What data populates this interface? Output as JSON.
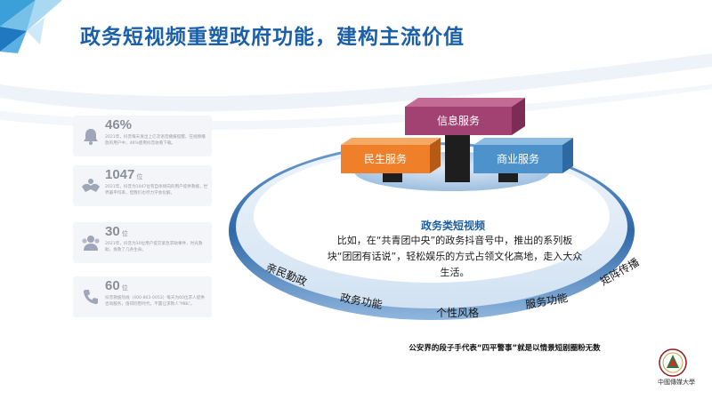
{
  "title": "政务短视频重塑政府功能，建构主流价值",
  "stats": [
    {
      "value": "46%",
      "unit": "",
      "icon": "bell-icon",
      "desc": "2021年，抖音每天发出上亿次语音播报提醒，在视频播放的用户中，46%使用抖音收看下载。"
    },
    {
      "value": "1047",
      "unit": "位",
      "icon": "hands-icon",
      "desc": "2021年，抖音为1047位有自杀倾向的用户提供救援，世界最平均率，但我们也尽力学会化解。"
    },
    {
      "value": "30",
      "unit": "位",
      "icon": "people-icon",
      "desc": "2021年，抖音为30位用户提交紧急求助事件，时光救助，挽救了几条生命。"
    },
    {
      "value": "60",
      "unit": "位",
      "icon": "phone-icon",
      "desc": "抖音救援热线（400-803-0053）每天为60位求人提供咨询服务，值得欣慰时代，不置让求救人“MBL”。"
    }
  ],
  "boxes": {
    "top": "信息服务",
    "left": "民生服务",
    "right": "商业服务"
  },
  "center": {
    "heading": "政务类短视频",
    "body": "比如，在“共青团中央”的政务抖音号中，推出的系列板块“团团有话说”，轻松娱乐的方式占领文化高地，走入大众生活。"
  },
  "ring_labels": [
    "亲民勤政",
    "政务功能",
    "个性风格",
    "服务功能",
    "矩阵传播"
  ],
  "caption": "公安界的段子手代表“四平警事”就是以情景短剧圈粉无数",
  "logo_text": "中國傳媒大學",
  "colors": {
    "title": "#1a5fa8",
    "top_box": "#a24272",
    "left_box": "#f07f2a",
    "right_box": "#4e92cc",
    "ring": "#4a7fb8"
  }
}
